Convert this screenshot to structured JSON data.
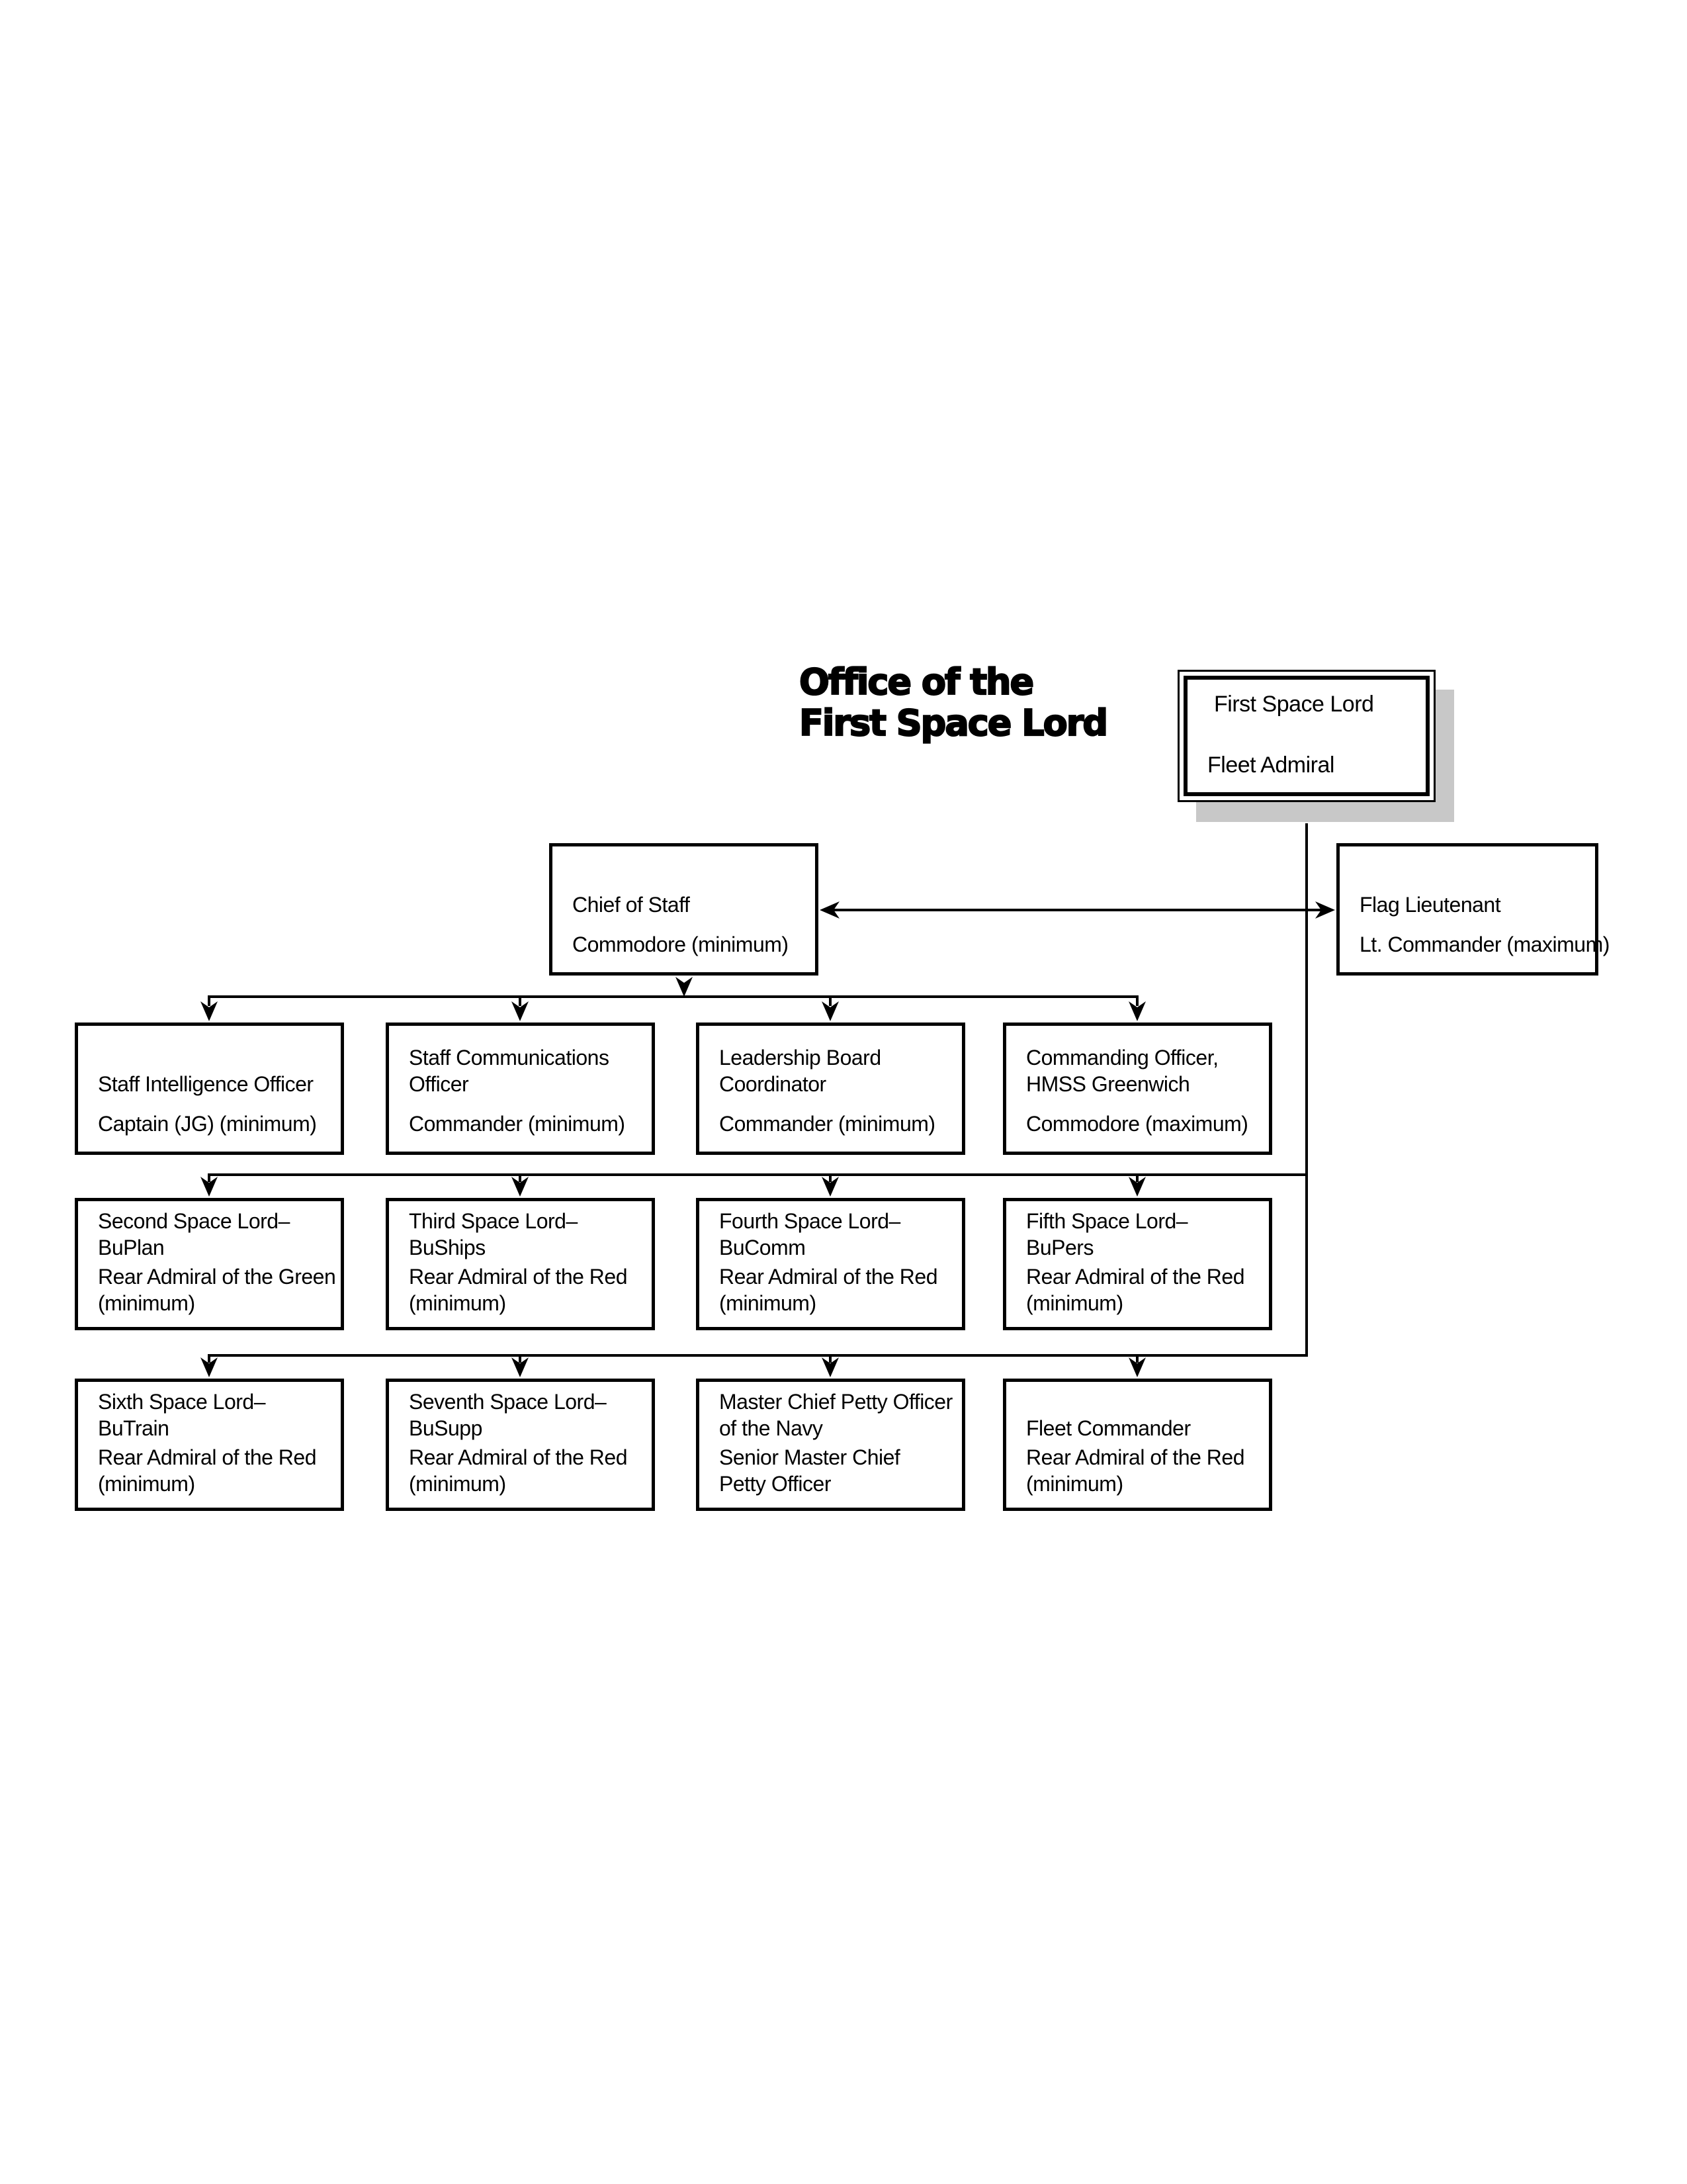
{
  "title": {
    "line1": "Office of the",
    "line2": "First Space Lord"
  },
  "colors": {
    "background": "#ffffff",
    "box_border": "#000000",
    "text": "#000000",
    "connector_line": "#000000",
    "root_shadow": "#c8c8c8"
  },
  "org": {
    "root": {
      "title": "First Space Lord",
      "rank": "Fleet Admiral"
    },
    "chief": {
      "title_lines": [
        "Chief of Staff"
      ],
      "rank_lines": [
        "Commodore (minimum)"
      ]
    },
    "flag": {
      "title_lines": [
        "Flag Lieutenant"
      ],
      "rank_lines": [
        "Lt. Commander (maximum)"
      ]
    },
    "row1": [
      {
        "title_lines": [
          "Staff Intelligence Officer"
        ],
        "rank_lines": [
          "Captain (JG) (minimum)"
        ]
      },
      {
        "title_lines": [
          "Staff Communications",
          "Officer"
        ],
        "rank_lines": [
          "Commander (minimum)"
        ]
      },
      {
        "title_lines": [
          "Leadership Board",
          "Coordinator"
        ],
        "rank_lines": [
          "Commander (minimum)"
        ]
      },
      {
        "title_lines": [
          "Commanding Officer,",
          "HMSS Greenwich"
        ],
        "rank_lines": [
          "Commodore (maximum)"
        ]
      }
    ],
    "row2": [
      {
        "title_lines": [
          "Second Space Lord–",
          "BuPlan"
        ],
        "rank_lines": [
          "Rear Admiral of the Green",
          "(minimum)"
        ]
      },
      {
        "title_lines": [
          "Third Space Lord–",
          "BuShips"
        ],
        "rank_lines": [
          "Rear Admiral of the Red",
          "(minimum)"
        ]
      },
      {
        "title_lines": [
          "Fourth Space Lord–",
          "BuComm"
        ],
        "rank_lines": [
          "Rear Admiral of the Red",
          "(minimum)"
        ]
      },
      {
        "title_lines": [
          "Fifth Space Lord–",
          "BuPers"
        ],
        "rank_lines": [
          "Rear Admiral of the Red",
          "(minimum)"
        ]
      }
    ],
    "row3": [
      {
        "title_lines": [
          "Sixth Space Lord–",
          "BuTrain"
        ],
        "rank_lines": [
          "Rear Admiral of the Red",
          "(minimum)"
        ]
      },
      {
        "title_lines": [
          "Seventh Space Lord–",
          "BuSupp"
        ],
        "rank_lines": [
          "Rear Admiral of the Red",
          "(minimum)"
        ]
      },
      {
        "title_lines": [
          "Master Chief Petty Officer",
          "of the Navy"
        ],
        "rank_lines": [
          "Senior Master Chief",
          "Petty Officer"
        ]
      },
      {
        "title_lines": [
          "Fleet Commander"
        ],
        "rank_lines": [
          "Rear Admiral of the Red",
          "(minimum)"
        ]
      }
    ]
  }
}
